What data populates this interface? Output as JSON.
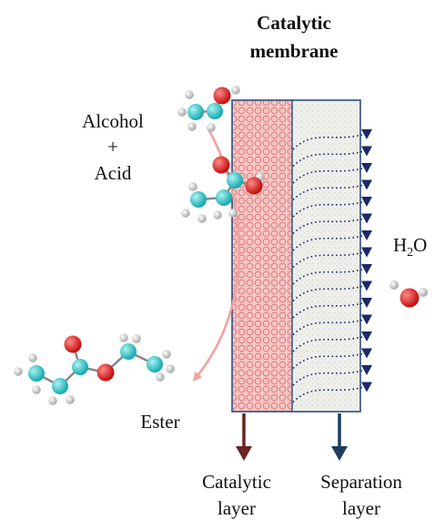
{
  "title": {
    "line1": "Catalytic",
    "line2": "membrane"
  },
  "reactants": {
    "line1": "Alcohol",
    "line2": "+",
    "line3": "Acid"
  },
  "water": {
    "main": "H",
    "sub": "2",
    "tail": "O"
  },
  "product": "Ester",
  "catalytic_layer": {
    "line1": "Catalytic",
    "line2": "layer"
  },
  "separation_layer": {
    "line1": "Separation",
    "line2": "layer"
  },
  "colors": {
    "catalytic_fill": "#f3c6c6",
    "catalytic_dots": "#e07f7f",
    "separation_fill": "#eeeeeb",
    "frame": "#2f4f7f",
    "permeate_flow": "#1c2a6b",
    "catalytic_arrow": "#6b2323",
    "separation_arrow": "#1d3c5e",
    "reaction_path": "#f2a0a0",
    "carbon": "#22c6c6",
    "oxygen": "#e01515",
    "hydrogen": "#d9d9d9"
  },
  "icons": [
    "ethanol-molecule",
    "propanoic-acid-molecule",
    "ester-molecule",
    "water-molecule",
    "permeation-arrowheads"
  ]
}
